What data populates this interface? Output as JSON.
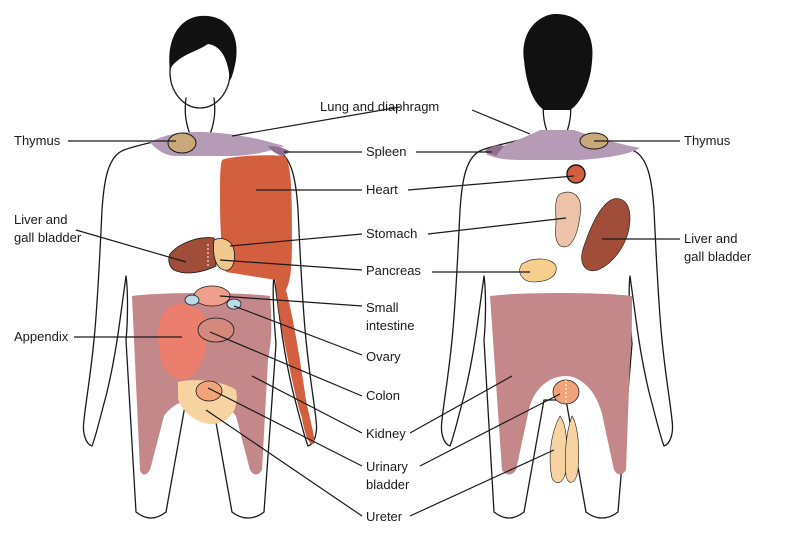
{
  "colors": {
    "lung_diaphragm": "#b59bb6",
    "thymus": "#c9a97a",
    "spleen": "#8f6f8f",
    "heart": "#d35f3f",
    "stomach": "#ecc3a8",
    "liver": "#a04e3a",
    "gall_bladder": "#efc78f",
    "pancreas": "#f6cf8e",
    "small_intestine": "#eea08d",
    "ovary": "#b9dde8",
    "colon": "#ec7e6e",
    "lower_region": "#c4878a",
    "urinary_bladder": "#f2a37a",
    "ureter": "#f6d3a0",
    "hair": "#111111"
  },
  "labels": {
    "lung_diaphragm": "Lung and diaphragm",
    "thymus_left": "Thymus",
    "thymus_right": "Thymus",
    "spleen": "Spleen",
    "heart": "Heart",
    "liver_left_l1": "Liver and",
    "liver_left_l2": "gall bladder",
    "liver_right_l1": "Liver and",
    "liver_right_l2": "gall bladder",
    "stomach": "Stomach",
    "pancreas": "Pancreas",
    "small_intestine_l1": "Small",
    "small_intestine_l2": "intestine",
    "appendix": "Appendix",
    "ovary": "Ovary",
    "colon": "Colon",
    "kidney": "Kidney",
    "urinary_l1": "Urinary",
    "urinary_l2": "bladder",
    "ureter": "Ureter"
  }
}
